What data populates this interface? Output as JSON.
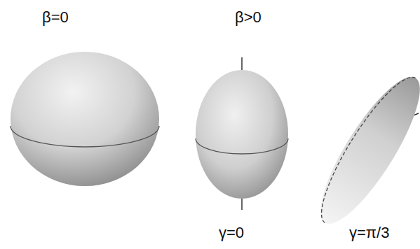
{
  "diagram": {
    "labels": [
      "β=0",
      "β>0",
      "γ=0",
      "γ=π/3"
    ]
  }
}
